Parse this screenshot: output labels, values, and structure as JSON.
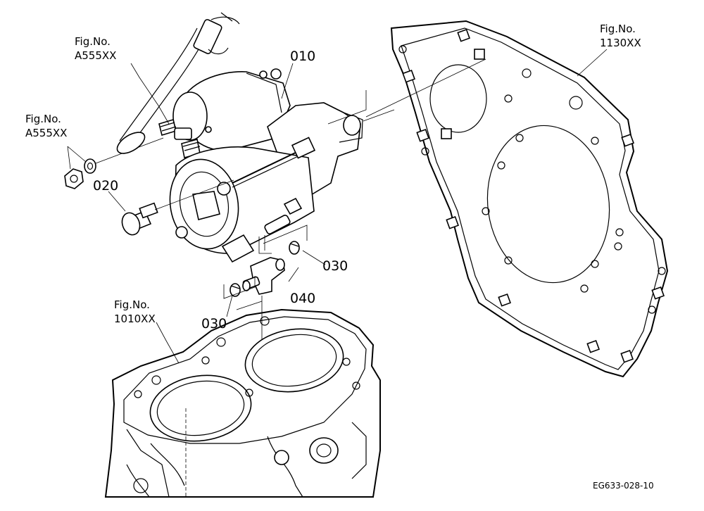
{
  "callouts": {
    "fig_a555_top": {
      "line1": "Fig.No.",
      "line2": "A555XX"
    },
    "fig_a555_left": {
      "line1": "Fig.No.",
      "line2": "A555XX"
    },
    "fig_1130": {
      "line1": "Fig.No.",
      "line2": "1130XX"
    },
    "fig_1010": {
      "line1": "Fig.No.",
      "line2": "1010XX"
    }
  },
  "parts": {
    "p010": "010",
    "p020": "020",
    "p030_right": "030",
    "p030_left": "030",
    "p040": "040"
  },
  "drawing_code": "EG633-028-10"
}
